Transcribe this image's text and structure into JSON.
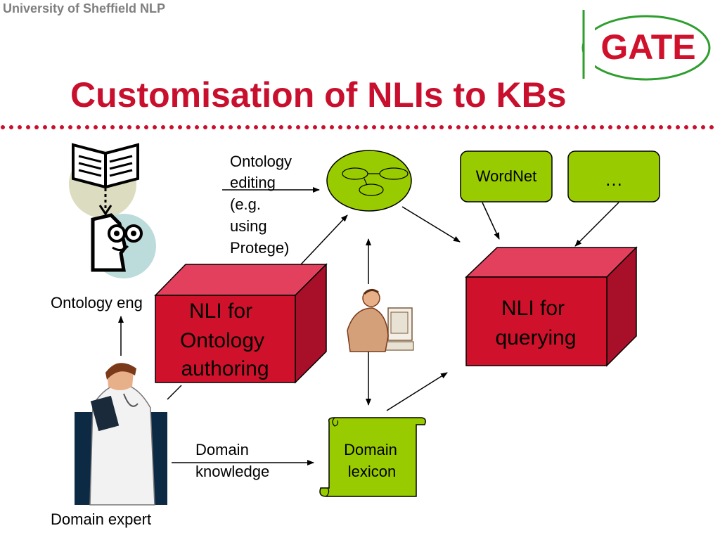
{
  "header": {
    "org": "University of Sheffield NLP",
    "title": "Customisation of NLIs to KBs",
    "logo_text": "GATE"
  },
  "diagram": {
    "ontology_engineer_label": "Ontology eng",
    "domain_expert_label": "Domain expert",
    "ontology_editing_lines": [
      "Ontology",
      "editing",
      "(e.g.",
      "using",
      "Protege)"
    ],
    "domain_knowledge_lines": [
      "Domain",
      "knowledge"
    ],
    "nli_authoring_lines": [
      "NLI for",
      "Ontology",
      "authoring"
    ],
    "nli_querying_lines": [
      "NLI for",
      "querying"
    ],
    "wordnet_label": "WordNet",
    "ellipsis_label": "…",
    "domain_lexicon_lines": [
      "Domain",
      "lexicon"
    ]
  },
  "colors": {
    "title_red": "#c8102e",
    "cube_front": "#d0112b",
    "cube_top": "#e2405c",
    "cube_side": "#a8102a",
    "green": "#99cc00",
    "gray_text": "#7f7f7f"
  }
}
